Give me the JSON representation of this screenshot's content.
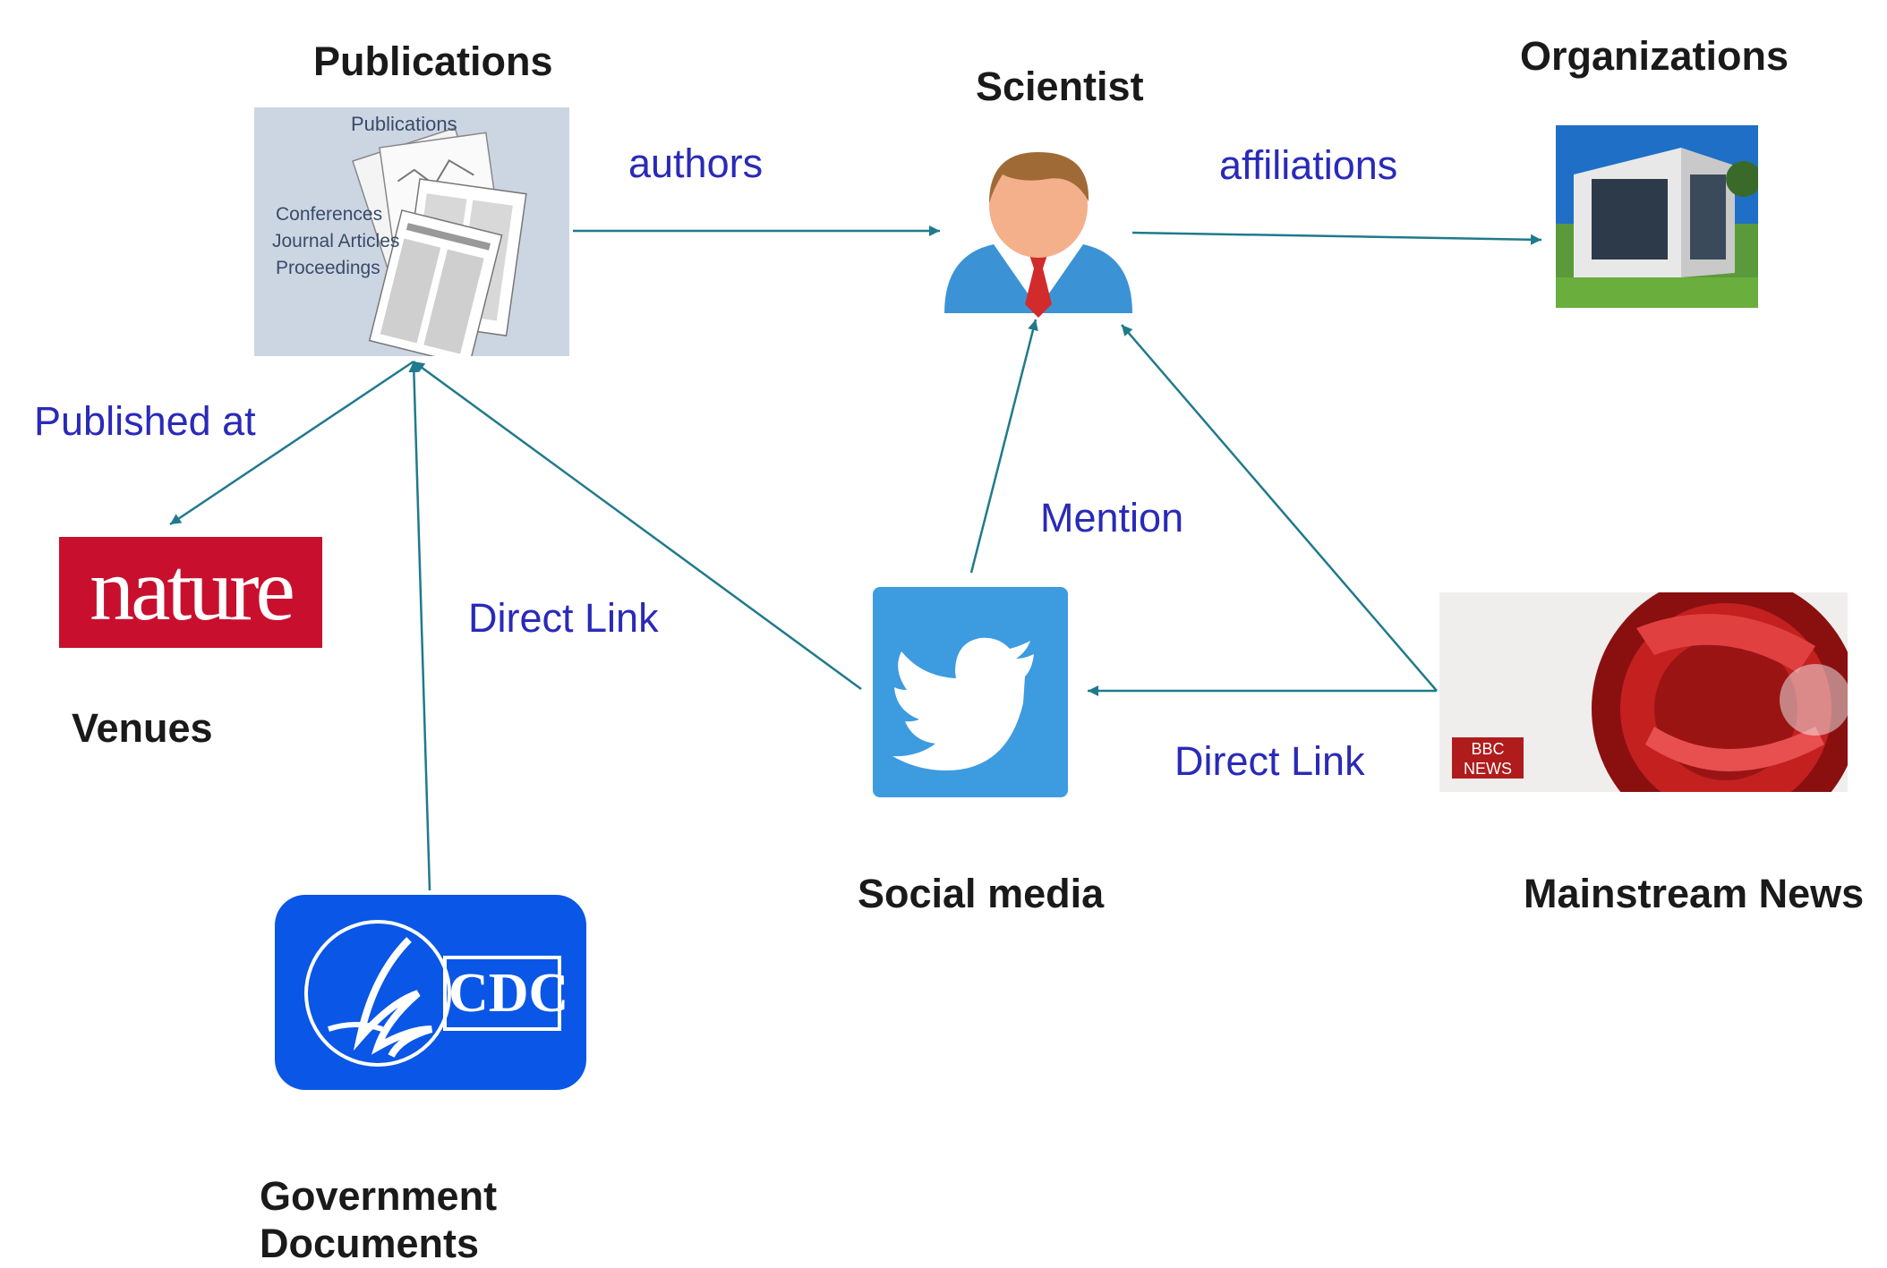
{
  "nodes": {
    "publications": {
      "title": "Publications",
      "image_header": "Publications",
      "image_lines": [
        "Conferences",
        "Journal Articles",
        "Proceedings"
      ]
    },
    "scientist": {
      "title": "Scientist"
    },
    "organizations": {
      "title": "Organizations"
    },
    "venues": {
      "title": "Venues",
      "logo_text": "nature"
    },
    "social_media": {
      "title": "Social media"
    },
    "mainstream_news": {
      "title": "Mainstream News",
      "logo_text": "BBC NEWS"
    },
    "government_documents": {
      "title_line1": "Government",
      "title_line2": "Documents",
      "logo_text": "CDC"
    }
  },
  "edges": {
    "authors": "authors",
    "affiliations": "affiliations",
    "published_at": "Published at",
    "mention": "Mention",
    "direct_link_social": "Direct Link",
    "direct_link_news": "Direct Link"
  },
  "colors": {
    "edge_line": "#1f7a8c",
    "edge_label": "#2a2ab8",
    "twitter_blue": "#3d9be0",
    "cdc_blue": "#0a56e6",
    "nature_red": "#c8102e",
    "bbc_red": "#b01c1c"
  },
  "icons": [
    "document-stack-icon",
    "person-icon",
    "building-icon",
    "twitter-bird-icon",
    "cdc-logo-icon",
    "globe-icon"
  ]
}
